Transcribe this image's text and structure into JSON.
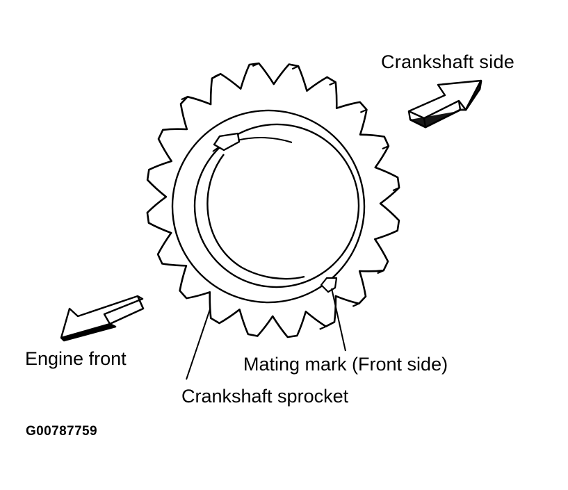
{
  "labels": {
    "crankshaft_side": "Crankshaft side",
    "engine_front": "Engine front",
    "mating_mark": "Mating mark (Front side)",
    "crankshaft_sprocket": "Crankshaft sprocket",
    "figure_id": "G00787759"
  },
  "sprocket": {
    "tooth_count": 20
  },
  "colors": {
    "line": "#000000",
    "background": "#ffffff"
  }
}
